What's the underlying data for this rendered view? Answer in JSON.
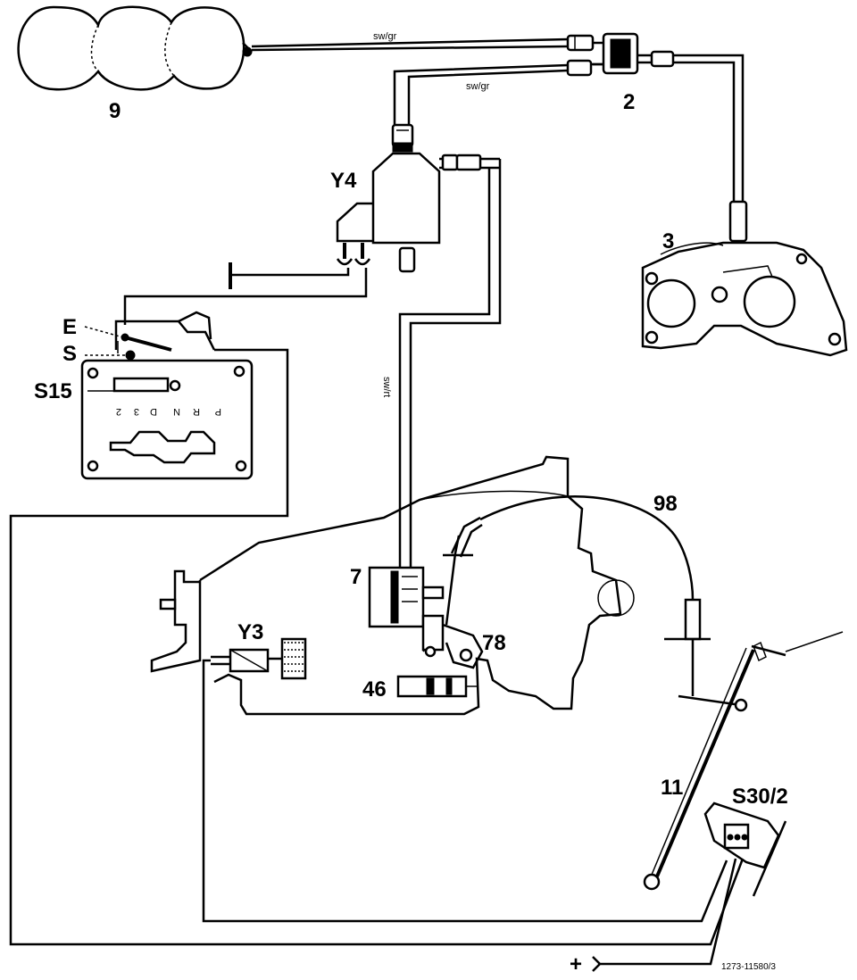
{
  "labels": {
    "vacuum_tank": "9",
    "check_valve": "2",
    "intake_manifold": "3",
    "solenoid_y4": "Y4",
    "switch_e": "E",
    "switch_s": "S",
    "selector_s15": "S15",
    "component_7": "7",
    "solenoid_y3": "Y3",
    "part_78": "78",
    "part_46": "46",
    "cable_98": "98",
    "pedal_11": "11",
    "switch_s30_2": "S30/2",
    "supply_plus": "+",
    "reference_code": "1273-11580/3"
  },
  "wire_colors": {
    "top_line": "sw/gr",
    "second_line": "sw/gr",
    "vertical_line": "sw/rt"
  },
  "gear_positions": [
    "P",
    "R",
    "N",
    "D",
    "3",
    "2"
  ]
}
